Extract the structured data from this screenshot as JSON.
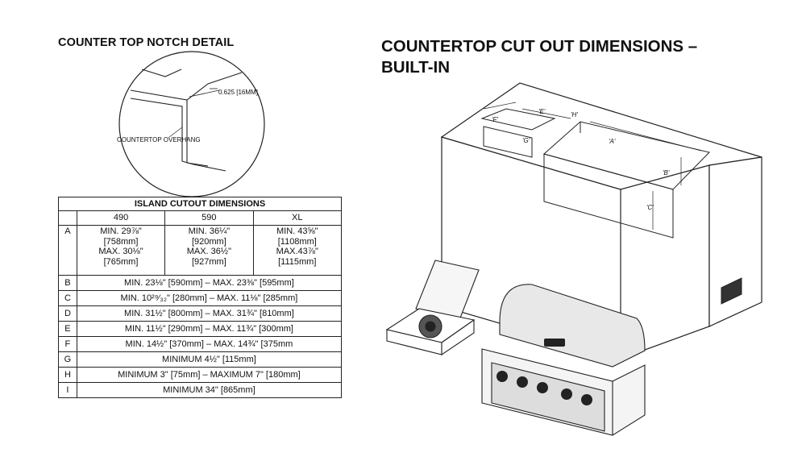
{
  "notch": {
    "title": "COUNTER TOP NOTCH DETAIL",
    "dim_label": "0.625 [16MM]",
    "overhang_label": "COUNTERTOP OVERHANG"
  },
  "main": {
    "title_line1": "COUNTERTOP CUT OUT DIMENSIONS –",
    "title_line2": "BUILT-IN"
  },
  "table": {
    "title": "ISLAND CUTOUT DIMENSIONS",
    "columns": [
      "490",
      "590",
      "XL"
    ],
    "rows": [
      {
        "id": "A"
      },
      {
        "id": "B"
      },
      {
        "id": "C"
      },
      {
        "id": "D"
      },
      {
        "id": "E"
      },
      {
        "id": "F"
      },
      {
        "id": "G",
        "text": "MINIMUM 4½\" [115mm]"
      },
      {
        "id": "H",
        "text": "MINIMUM 3\" [75mm] – MAXIMUM 7\" [180mm]"
      },
      {
        "id": "I",
        "text": "MINIMUM 34\" [865mm]"
      }
    ],
    "row_a_cells": [
      {
        "line1": "MIN. 29⅞\"",
        "line2": "[758mm]",
        "line3": "MAX. 30⅛\"",
        "line4": "[765mm]"
      },
      {
        "line1": "MIN. 36¼\"",
        "line2": "[920mm]",
        "line3": "MAX. 36½\"",
        "line4": "[927mm]"
      },
      {
        "line1": "MIN. 43⅝\"",
        "line2": "[1108mm]",
        "line3": "MAX.43⅞\"",
        "line4": "[1115mm]"
      }
    ],
    "row_b_text": "MIN. 23⅛\" [590mm] – MAX. 23⅜\" [595mm]",
    "row_c_text": "MIN. 10²⁹⁄₃₂\" [280mm] – MAX. 11⅛\" [285mm]",
    "row_d_text": "MIN. 31½\" [800mm] – MAX. 31¾\" [810mm]",
    "row_e_text": "MIN. 11½\" [290mm] – MAX. 11¾\" [300mm]",
    "row_f_text": "MIN. 14½\" [370mm] – MAX. 14¾\" [375mm"
  },
  "iso": {
    "tag_a": "'A'",
    "tag_b": "'B'",
    "tag_c": "'C'",
    "tag_e": "'E'",
    "tag_f": "'F'",
    "tag_g": "'G'",
    "tag_h": "'H'"
  }
}
